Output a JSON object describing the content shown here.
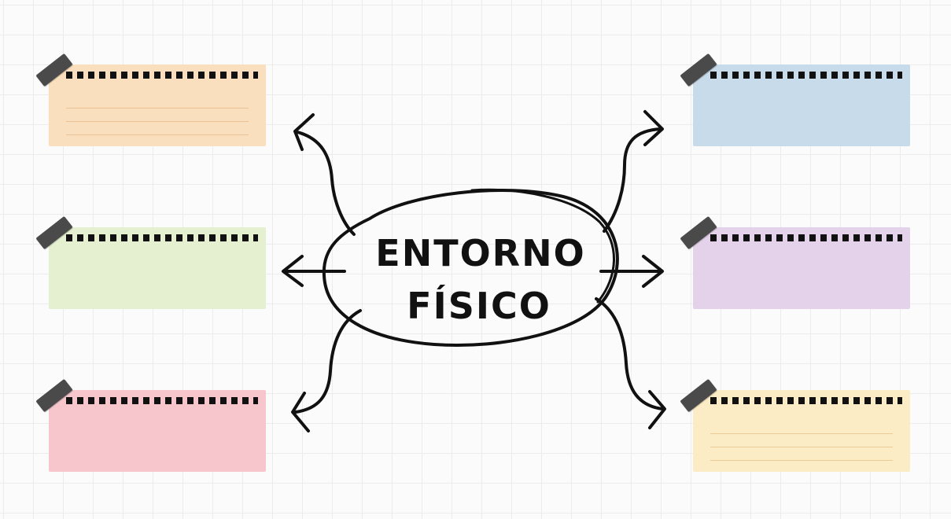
{
  "center": {
    "line1": "ENTORNO",
    "line2": "FÍSICO"
  },
  "notes": [
    {
      "id": "left-top",
      "color": "#f9dfbd",
      "lined": true
    },
    {
      "id": "left-middle",
      "color": "#e5f0d1",
      "lined": false
    },
    {
      "id": "left-bottom",
      "color": "#f6c6cc",
      "lined": false
    },
    {
      "id": "right-top",
      "color": "#c8dbea",
      "lined": false
    },
    {
      "id": "right-middle",
      "color": "#e4d2ea",
      "lined": false
    },
    {
      "id": "right-bottom",
      "color": "#fcecc5",
      "lined": true
    }
  ],
  "colors": {
    "ink": "#111111",
    "tape": "#4a4a4a",
    "grid": "#ececec"
  }
}
